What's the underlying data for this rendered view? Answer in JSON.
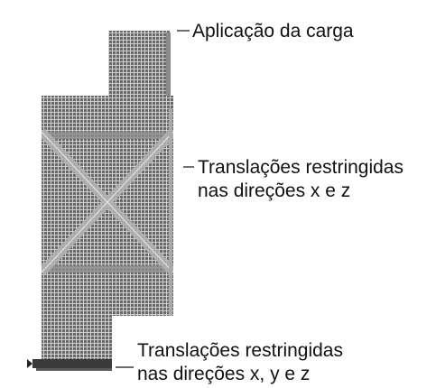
{
  "figure": {
    "annotations": {
      "load_application": "Aplicação da carga",
      "restraint_xz": {
        "line1": "Translações restringidas",
        "line2": "nas direções x e z"
      },
      "restraint_xyz": {
        "line1": "Translações restringidas",
        "line2": "nas direções x, y e z"
      }
    },
    "colors": {
      "mesh_fill": "#6a6a6a",
      "mesh_lines": "#e6e6e6",
      "diagonal_bands": "#9c9c9c",
      "text": "#111111"
    }
  }
}
